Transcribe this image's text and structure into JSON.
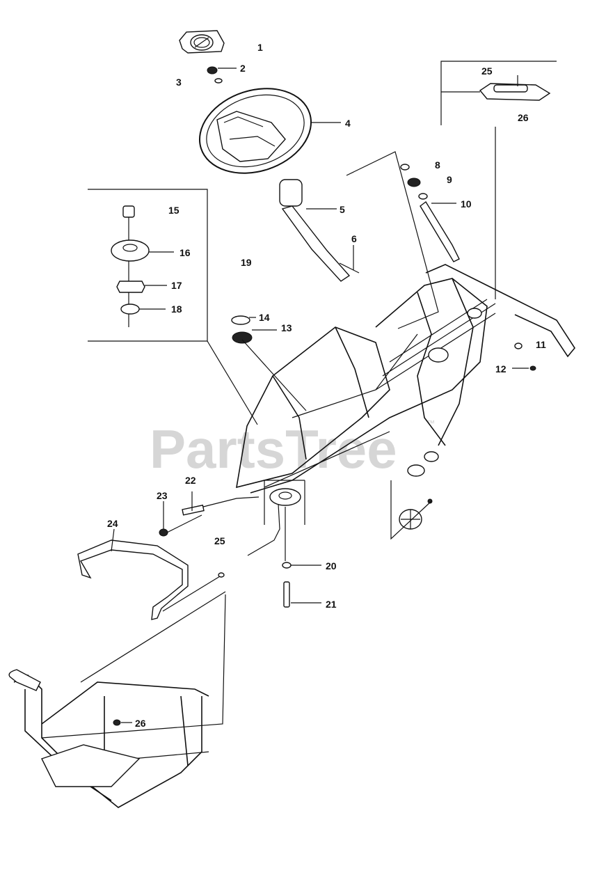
{
  "watermark": "PartsTree",
  "trademark": "™",
  "callouts": [
    {
      "id": "c1",
      "text": "1"
    },
    {
      "id": "c2",
      "text": "2"
    },
    {
      "id": "c3",
      "text": "3"
    },
    {
      "id": "c4",
      "text": "4"
    },
    {
      "id": "c5",
      "text": "5"
    },
    {
      "id": "c6",
      "text": "6"
    },
    {
      "id": "c8",
      "text": "8"
    },
    {
      "id": "c9",
      "text": "9"
    },
    {
      "id": "c10",
      "text": "10"
    },
    {
      "id": "c11",
      "text": "11"
    },
    {
      "id": "c12",
      "text": "12"
    },
    {
      "id": "c13",
      "text": "13"
    },
    {
      "id": "c14",
      "text": "14"
    },
    {
      "id": "c15",
      "text": "15"
    },
    {
      "id": "c16",
      "text": "16"
    },
    {
      "id": "c17",
      "text": "17"
    },
    {
      "id": "c18",
      "text": "18"
    },
    {
      "id": "c19",
      "text": "19"
    },
    {
      "id": "c20",
      "text": "20"
    },
    {
      "id": "c21",
      "text": "21"
    },
    {
      "id": "c22",
      "text": "22"
    },
    {
      "id": "c23",
      "text": "23"
    },
    {
      "id": "c24",
      "text": "24"
    },
    {
      "id": "c25a",
      "text": "25"
    },
    {
      "id": "c25b",
      "text": "25"
    },
    {
      "id": "c26a",
      "text": "26"
    },
    {
      "id": "c26b",
      "text": "26"
    }
  ]
}
